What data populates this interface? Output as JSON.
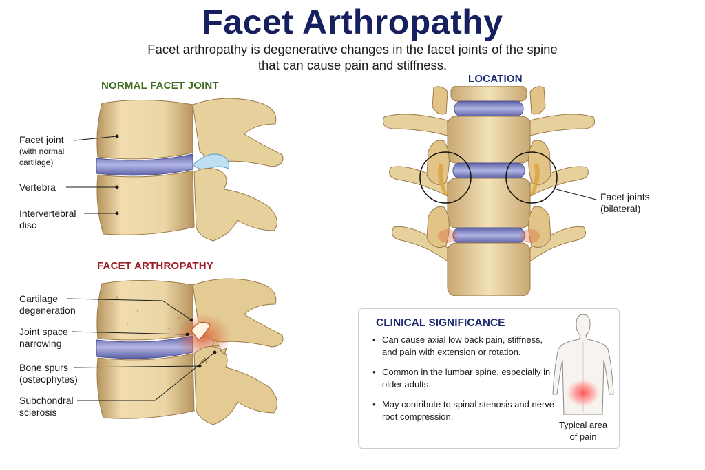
{
  "title": "Facet Arthropathy",
  "subtitle": [
    "Facet arthropathy is degenerative changes in the facet joints of the spine",
    "that can cause pain and stiffness."
  ],
  "normal": {
    "heading": "NORMAL FACET JOINT",
    "labels": {
      "facet_joint": "Facet joint",
      "facet_joint_sub": "(with normal",
      "facet_joint_sub2": "cartilage)",
      "vertebra": "Vertebra",
      "disc_1": "Intervertebral",
      "disc_2": "disc"
    }
  },
  "arthropathy": {
    "heading": "FACET ARTHROPATHY",
    "labels": {
      "cartilage_1": "Cartilage",
      "cartilage_2": "degeneration",
      "narrowing_1": "Joint space",
      "narrowing_2": "narrowing",
      "spurs_1": "Bone spurs",
      "spurs_2": "(osteophytes)",
      "sclerosis_1": "Subchondral",
      "sclerosis_2": "sclerosis"
    }
  },
  "location": {
    "heading": "LOCATION",
    "label_1": "Facet joints",
    "label_2": "(bilateral)"
  },
  "clinical": {
    "heading": "CLINICAL SIGNIFICANCE",
    "bullets": [
      "Can cause axial low back pain, stiffness, and pain with extension or rotation.",
      "Common in the lumbar spine, especially in older adults.",
      "May contribute to spinal stenosis and nerve root compression."
    ],
    "pain_caption_1": "Typical area",
    "pain_caption_2": "of pain"
  },
  "colors": {
    "title": "#16205e",
    "normal_heading": "#3f6b1f",
    "arthropathy_heading": "#9b1c26",
    "location_heading": "#1c2a70",
    "bone": "#e9d6a6",
    "disc": "#8a8fc8",
    "inflammation": "#d9653a"
  }
}
